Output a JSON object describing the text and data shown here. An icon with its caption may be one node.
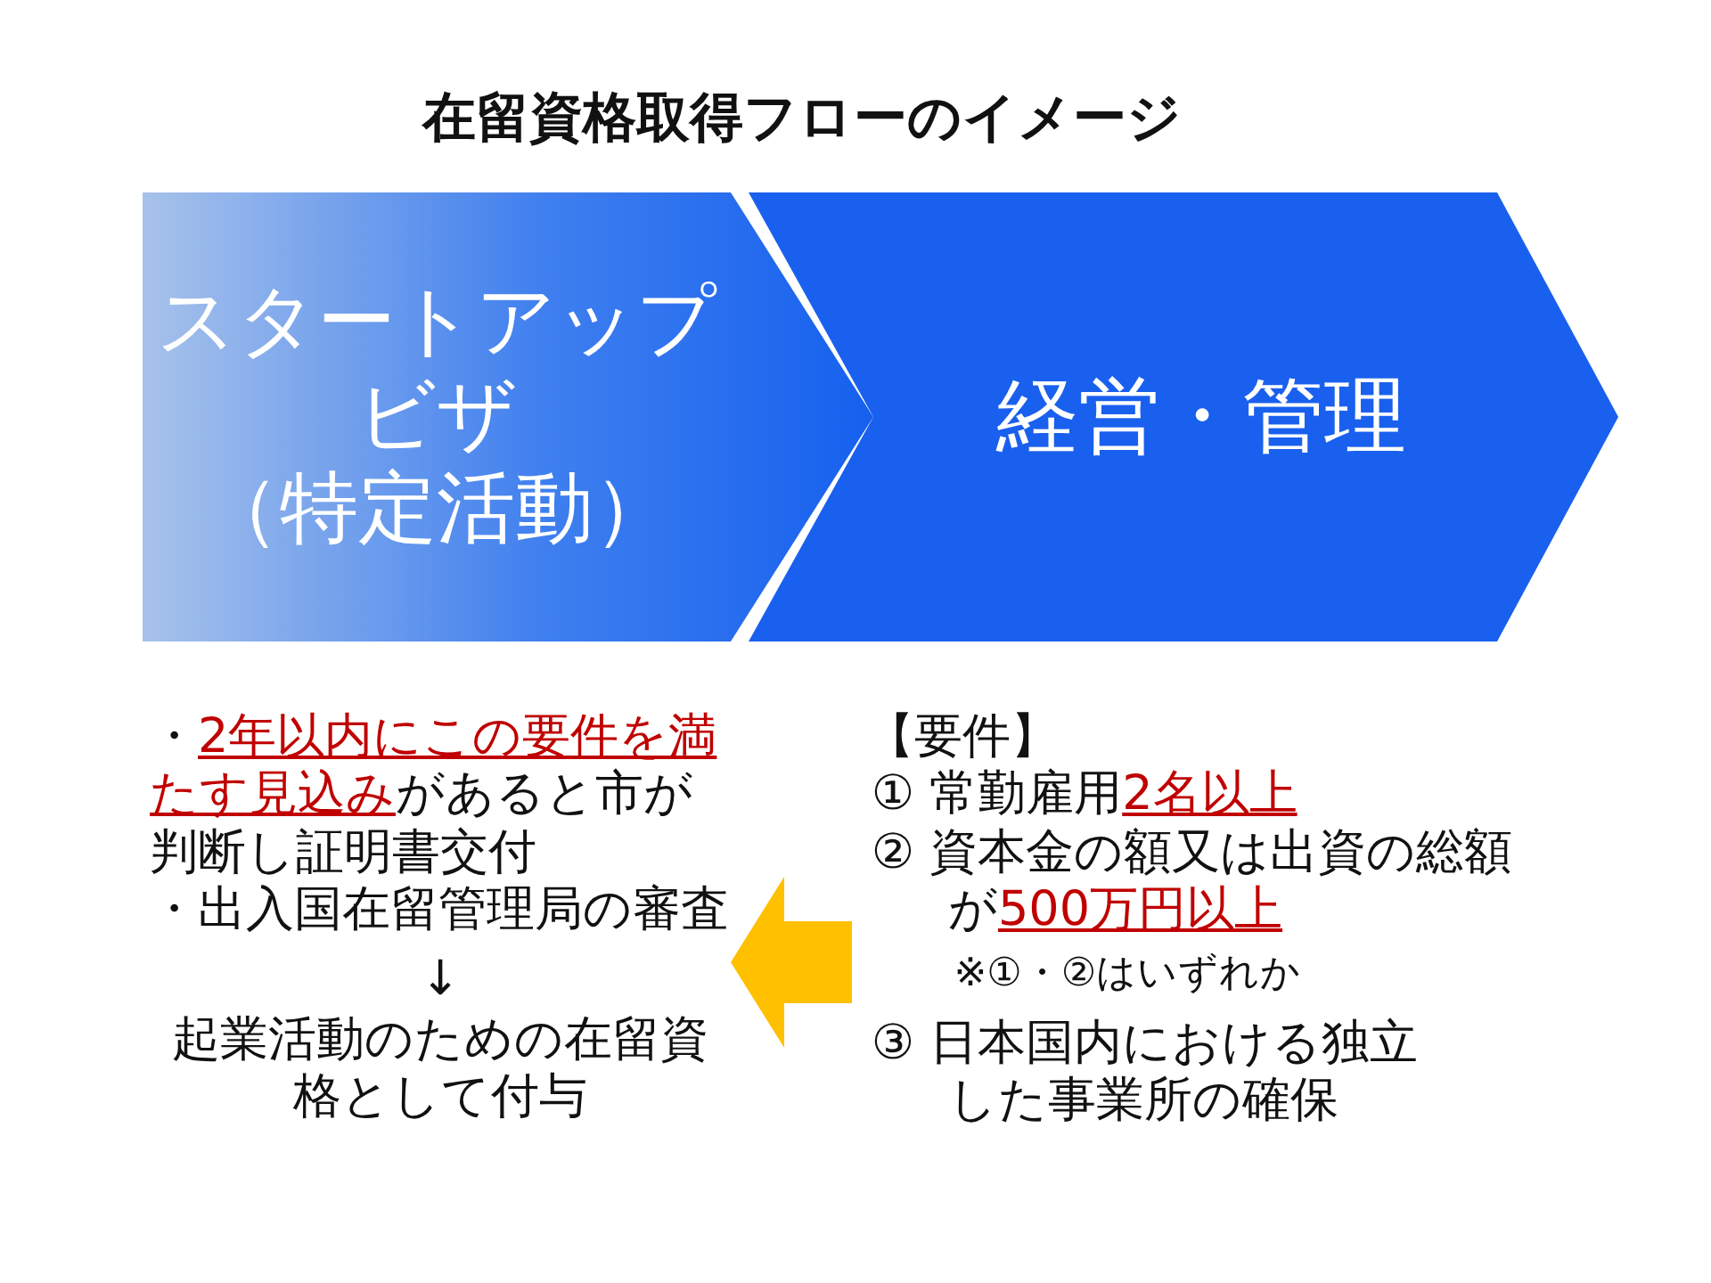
{
  "diagram": {
    "title": "在留資格取得フローのイメージ",
    "nodes": [
      {
        "text": [
          "スタートアップビザ",
          "（特定活動）"
        ]
      },
      {
        "text": [
          "経営・管理"
        ]
      },
      {
        "text": [
          "・**2年以内にこの要件を満たす見込み**があると市が判断し証明書交付",
          "・出入国在留管理局の審査",
          "↓",
          "起業活動のための在留資格として付与"
        ]
      },
      {
        "text": [
          "【要件】",
          "① 常勤雇用**2名以上**",
          "② 資本金の額又は出資の総額が**500万円以上**",
          "※①・②はいずれか",
          "③ 日本国内における独立した事業所の確保"
        ]
      }
    ],
    "edges": [
      {
        "from": 3,
        "to": 2,
        "arrow": "to",
        "color": "#ffc000"
      }
    ]
  }
}
